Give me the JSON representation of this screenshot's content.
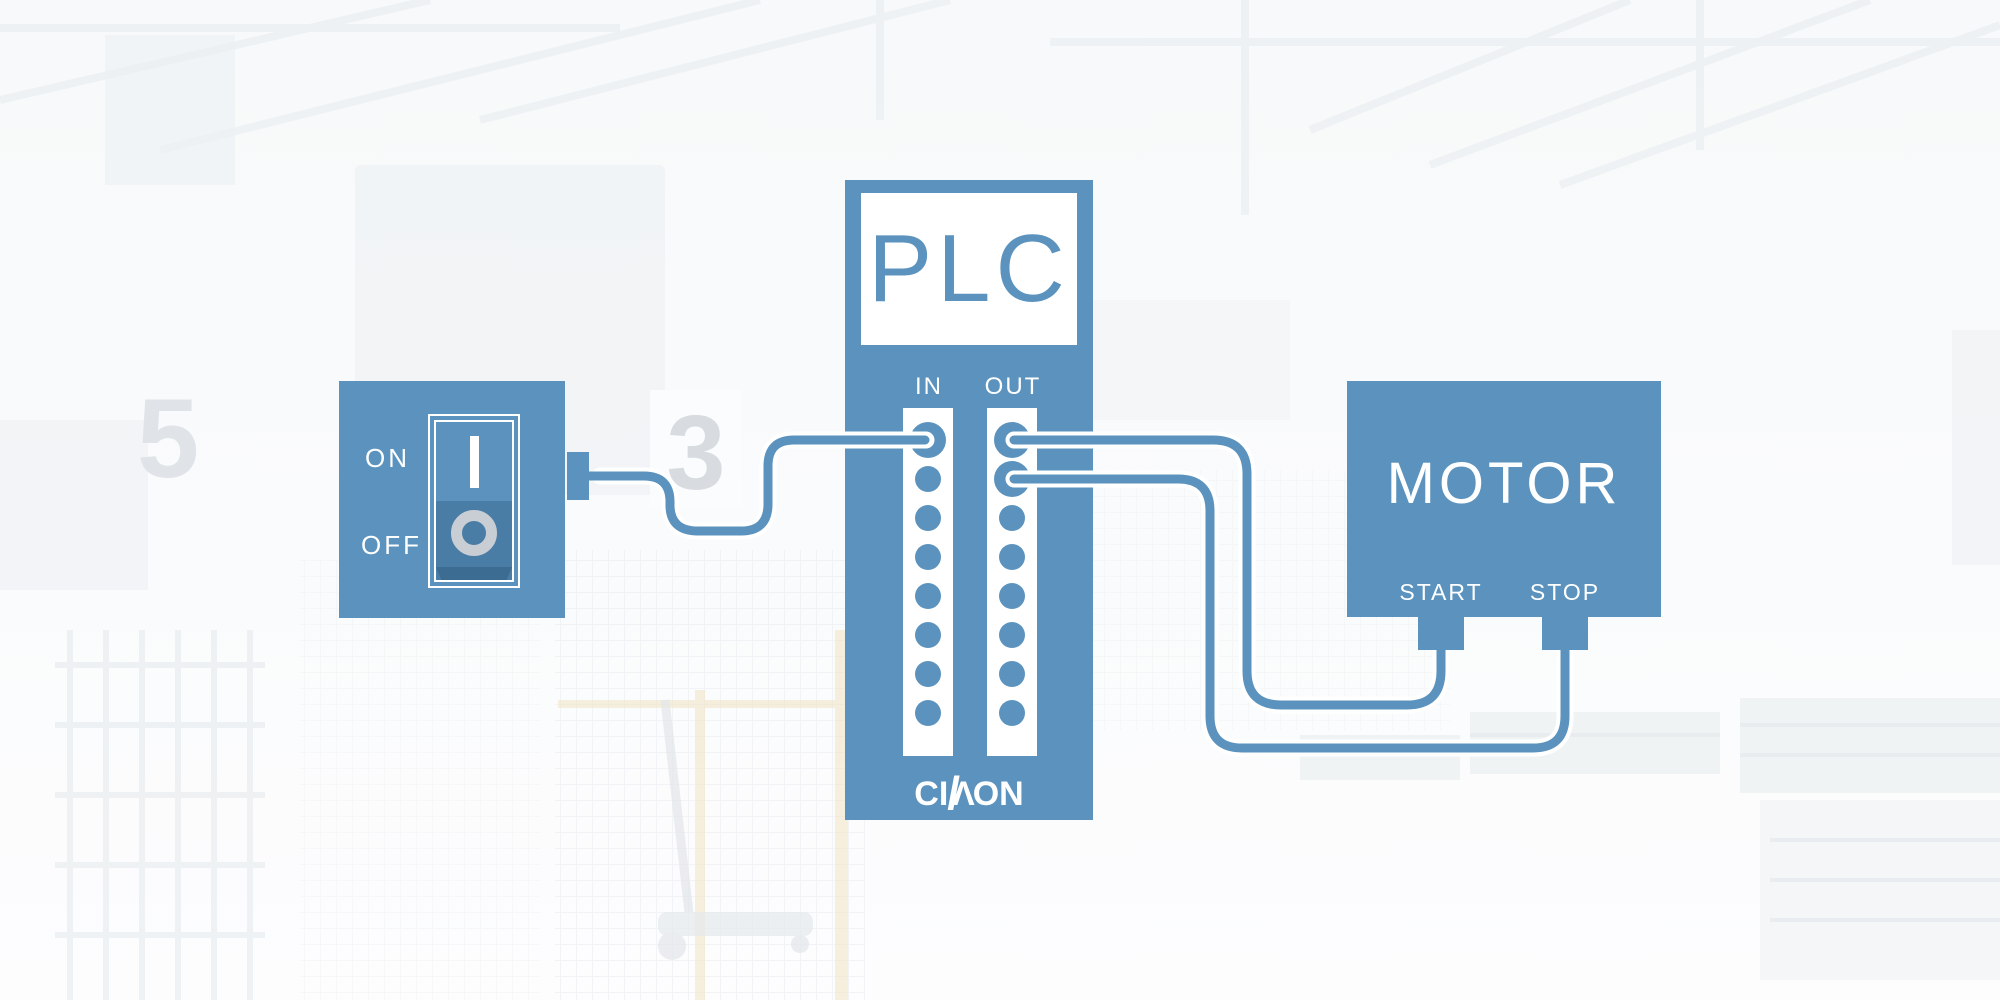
{
  "colors": {
    "primary_blue": "#5b93be",
    "rocker_dark_blue": "#4a7da6",
    "rocker_shadow_blue": "#3d6c93",
    "ring_gray": "#c9ced4"
  },
  "switch_panel": {
    "on_label": "ON",
    "off_label": "OFF",
    "on_symbol": "I",
    "off_symbol": "O"
  },
  "plc": {
    "title": "PLC",
    "in_label": "IN",
    "out_label": "OUT",
    "brand": "CIMON",
    "logo": {
      "ci": "CI",
      "slash": "/",
      "peak": "Λ",
      "on": "ON"
    },
    "ports": {
      "in": 8,
      "out": 8
    },
    "connected_ports": {
      "in": [
        1
      ],
      "out": [
        1,
        2
      ]
    }
  },
  "motor": {
    "title": "MOTOR",
    "start_label": "START",
    "stop_label": "STOP"
  },
  "background": {
    "faint_number_left": "5",
    "faint_number_center": "3"
  }
}
